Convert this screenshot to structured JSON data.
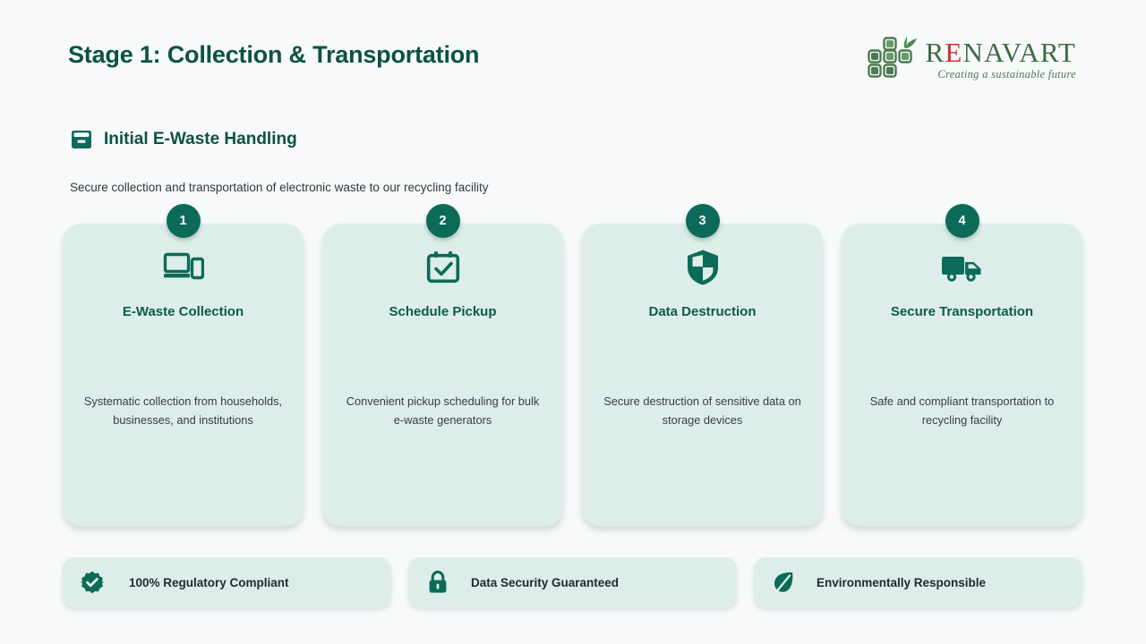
{
  "header": {
    "title": "Stage 1: Collection & Transportation",
    "logo": {
      "word_part1": "R",
      "word_highlight": "E",
      "word_part2": "NAVART",
      "tagline": "Creating a sustainable future",
      "mark_icon": "recycling-squares-leaf-icon",
      "brand_green": "#3d6b42",
      "brand_red": "#cc2b2b"
    }
  },
  "section": {
    "icon": "archive-box-icon",
    "title": "Initial E-Waste Handling",
    "subtitle": "Secure collection and transportation of electronic waste to our recycling facility",
    "accent_color": "#0d5240"
  },
  "cards": [
    {
      "number": "1",
      "icon": "laptop-phone-devices-icon",
      "title": "E-Waste Collection",
      "description": "Systematic collection from households, businesses, and institutions"
    },
    {
      "number": "2",
      "icon": "calendar-check-icon",
      "title": "Schedule Pickup",
      "description": "Convenient pickup scheduling for bulk e-waste generators"
    },
    {
      "number": "3",
      "icon": "shield-icon",
      "title": "Data Destruction",
      "description": "Secure destruction of sensitive data on storage devices"
    },
    {
      "number": "4",
      "icon": "delivery-truck-icon",
      "title": "Secure Transportation",
      "description": "Safe and compliant transportation to recycling facility"
    }
  ],
  "badges": [
    {
      "icon": "badge-check-rosette-icon",
      "label": "100% Regulatory Compliant"
    },
    {
      "icon": "lock-icon",
      "label": "Data Security Guaranteed"
    },
    {
      "icon": "leaf-icon",
      "label": "Environmentally Responsible"
    }
  ],
  "theme": {
    "page_background": "#f7f9fa",
    "card_background": "#ddeeea",
    "primary_teal": "#0b6b58",
    "dark_teal": "#0d5240"
  }
}
